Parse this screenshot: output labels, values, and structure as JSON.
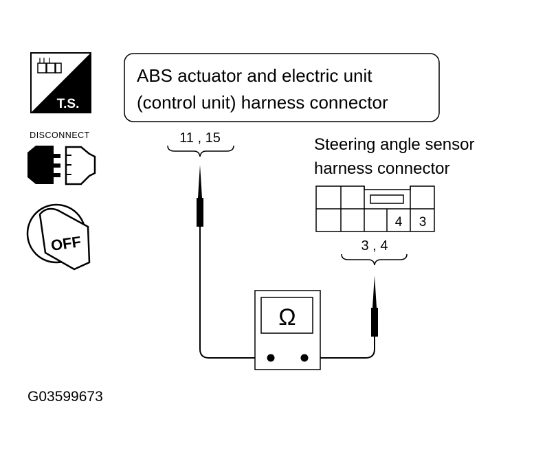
{
  "icons": {
    "ts_label": "T.S.",
    "disconnect_label": "DISCONNECT",
    "off_label": "OFF"
  },
  "abs_box": {
    "line1": "ABS actuator and electric unit",
    "line2": "(control unit) harness connector"
  },
  "abs_terminals": "11 , 15",
  "steering_connector": {
    "line1": "Steering angle sensor",
    "line2": "harness connector",
    "pin_a": "4",
    "pin_b": "3",
    "terminals": "3 , 4"
  },
  "meter": {
    "symbol": "Ω"
  },
  "figure_id": "G03599673"
}
